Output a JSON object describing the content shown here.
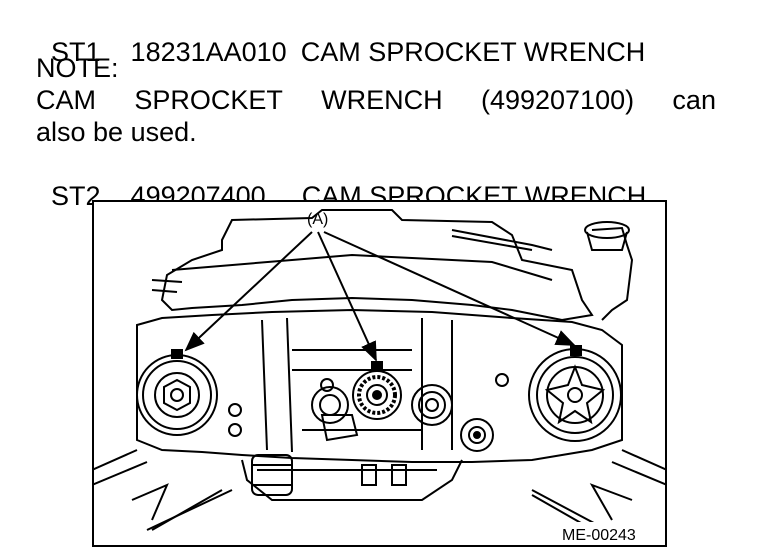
{
  "st1": {
    "code": "ST1",
    "part_number": "18231AA010",
    "name": "CAM SPROCKET WRENCH"
  },
  "note": {
    "heading": "NOTE:",
    "line1_words": [
      "CAM",
      "SPROCKET",
      "WRENCH",
      "(499207100)",
      "can"
    ],
    "line2": "also be used."
  },
  "st2": {
    "code": "ST2",
    "part_number": "499207400",
    "name": "CAM SPROCKET WRENCH"
  },
  "figure": {
    "callout_label": "(A)",
    "figure_id": "ME-00243"
  }
}
